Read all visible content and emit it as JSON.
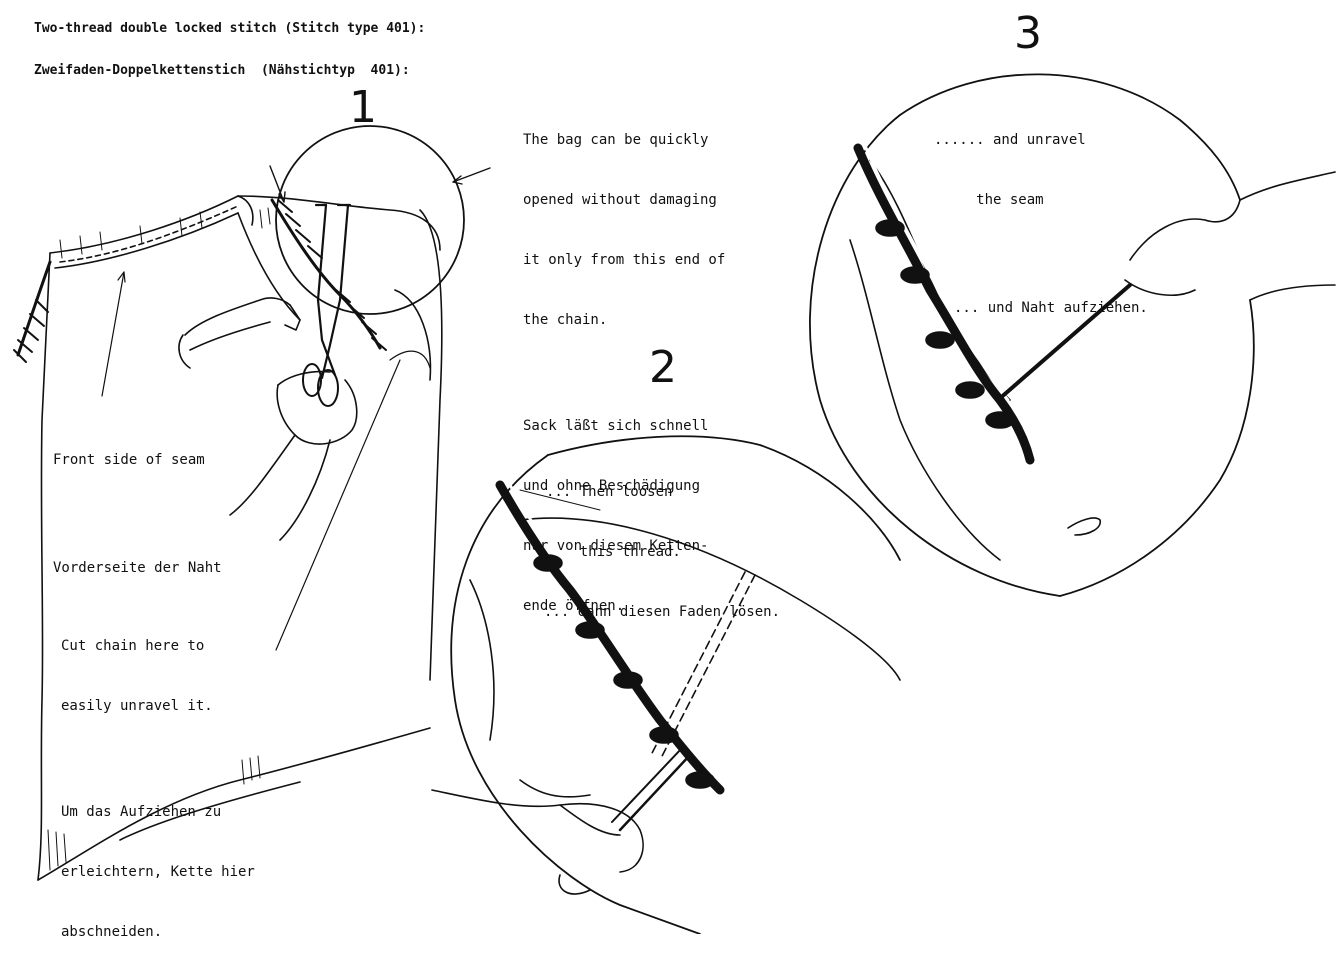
{
  "heading": {
    "line1": "Two-thread double locked stitch (Stitch type 401):",
    "line2": "Zweifaden-Doppelkettenstich  (Nähstichtyp  401):"
  },
  "steps": {
    "step1": "1",
    "step2": "2",
    "step3": "3"
  },
  "notes": {
    "bag_open_en": [
      "The bag can be quickly",
      "opened without damaging",
      "it only from this end of",
      "the chain."
    ],
    "bag_open_de": [
      "Sack läßt sich schnell",
      "und ohne Beschädigung",
      "nur von diesem Ketten-",
      "ende öffnen."
    ],
    "front_en": "Front side of seam",
    "front_de": "Vorderseite der Naht",
    "cut_en": [
      "Cut chain here to",
      "easily unravel it."
    ],
    "cut_de": [
      "Um das Aufziehen zu",
      "erleichtern, Kette hier",
      "abschneiden."
    ],
    "loosen_en": [
      "... Then loosen",
      "    this thread."
    ],
    "loosen_de": "... dann diesen Faden lösen.",
    "unravel_en": [
      "...... and unravel",
      "     the seam"
    ],
    "unravel_de": "... und Naht aufziehen."
  }
}
